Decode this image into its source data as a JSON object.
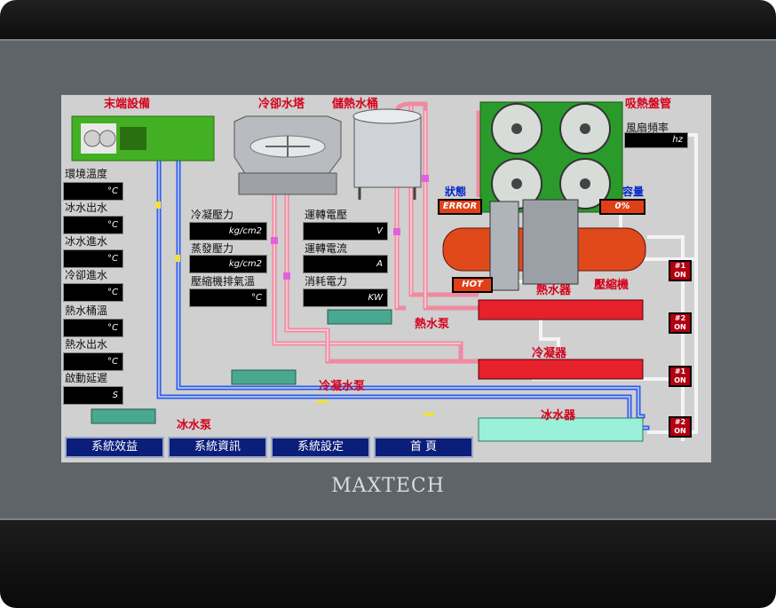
{
  "brand": "MAXTECH",
  "colors": {
    "chilled_pipe": "#2e5ce8",
    "hot_pipe": "#f08aa0",
    "condenser": "#e5212b",
    "evaporator": "#9af0d8",
    "display_bg": "#000000",
    "nav_button": "#0a1e7a"
  },
  "equipment": {
    "terminal": "末端設備",
    "cooling_tower": "冷卻水塔",
    "storage_tank": "儲熱水桶",
    "heat_coil": "吸熱盤管",
    "compressor": "壓縮機",
    "heater": "熱水器",
    "condenser": "冷凝器",
    "chiller": "冰水器",
    "hot_pump": "熱水泵",
    "cond_pump": "冷凝水泵",
    "ice_pump": "冰水泵"
  },
  "status": {
    "label": "狀態",
    "value": "ERROR",
    "hot": "HOT"
  },
  "capacity": {
    "label": "容量",
    "value": "0%"
  },
  "fan": {
    "label": "風扇頻率",
    "unit": "hz"
  },
  "left_readings": [
    {
      "label": "環境溫度",
      "unit": "°C"
    },
    {
      "label": "冰水出水",
      "unit": "°C"
    },
    {
      "label": "冰水進水",
      "unit": "°C"
    },
    {
      "label": "冷卻進水",
      "unit": "°C"
    },
    {
      "label": "熱水桶溫",
      "unit": "°C"
    },
    {
      "label": "熱水出水",
      "unit": "°C"
    },
    {
      "label": "啟動延遲",
      "unit": "S"
    }
  ],
  "mid_readings": [
    {
      "label": "冷凝壓力",
      "unit": "kg/cm2"
    },
    {
      "label": "蒸發壓力",
      "unit": "kg/cm2"
    },
    {
      "label": "壓縮機排氣溫",
      "unit": "°C"
    }
  ],
  "elec_readings": [
    {
      "label": "運轉電壓",
      "unit": "V"
    },
    {
      "label": "運轉電流",
      "unit": "A"
    },
    {
      "label": "消耗電力",
      "unit": "KW"
    }
  ],
  "indicators": [
    {
      "num": "#1",
      "state": "ON"
    },
    {
      "num": "#2",
      "state": "ON"
    },
    {
      "num": "#1",
      "state": "ON"
    },
    {
      "num": "#2",
      "state": "ON"
    }
  ],
  "nav": [
    "系統效益",
    "系統資訊",
    "系統設定",
    "首 頁"
  ]
}
